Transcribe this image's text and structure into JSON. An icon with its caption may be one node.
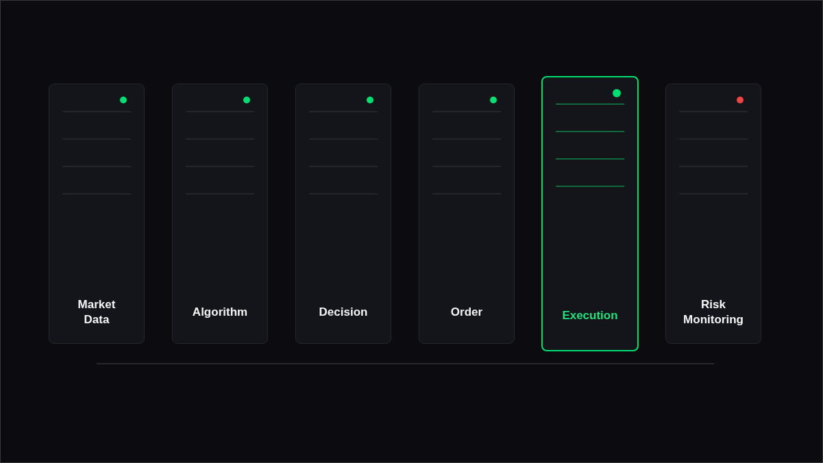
{
  "diagram": {
    "nodes": [
      {
        "text": [
          "Market Data"
        ]
      },
      {
        "text": [
          "Algorithm"
        ]
      },
      {
        "text": [
          "Decision"
        ]
      },
      {
        "text": [
          "Order"
        ]
      },
      {
        "text": [
          "Execution"
        ]
      },
      {
        "text": [
          "Risk Monitoring"
        ]
      }
    ]
  }
}
